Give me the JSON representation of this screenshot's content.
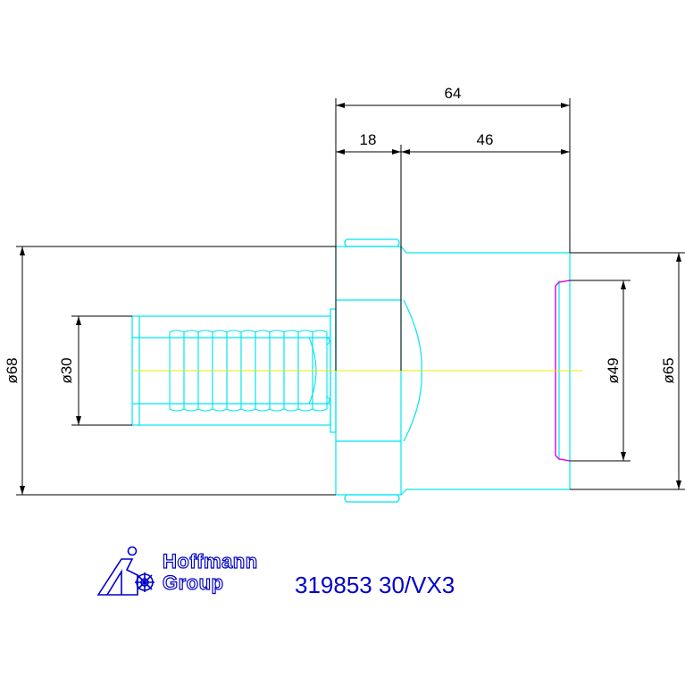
{
  "dimensions": {
    "overall_length": "64",
    "flange_length": "18",
    "body_length": "46",
    "flange_diameter": "ø68",
    "shank_diameter": "ø30",
    "bore_diameter": "ø49",
    "body_diameter": "ø65"
  },
  "logo": {
    "line1": "Hoffmann",
    "line2": "Group"
  },
  "part_number": "319853 30/VX3",
  "colors": {
    "outline": "#00e5f0",
    "dimension": "#000000",
    "centerline": "#e8e800",
    "bore_edge": "#e000e0",
    "brand": "#0000cc"
  }
}
